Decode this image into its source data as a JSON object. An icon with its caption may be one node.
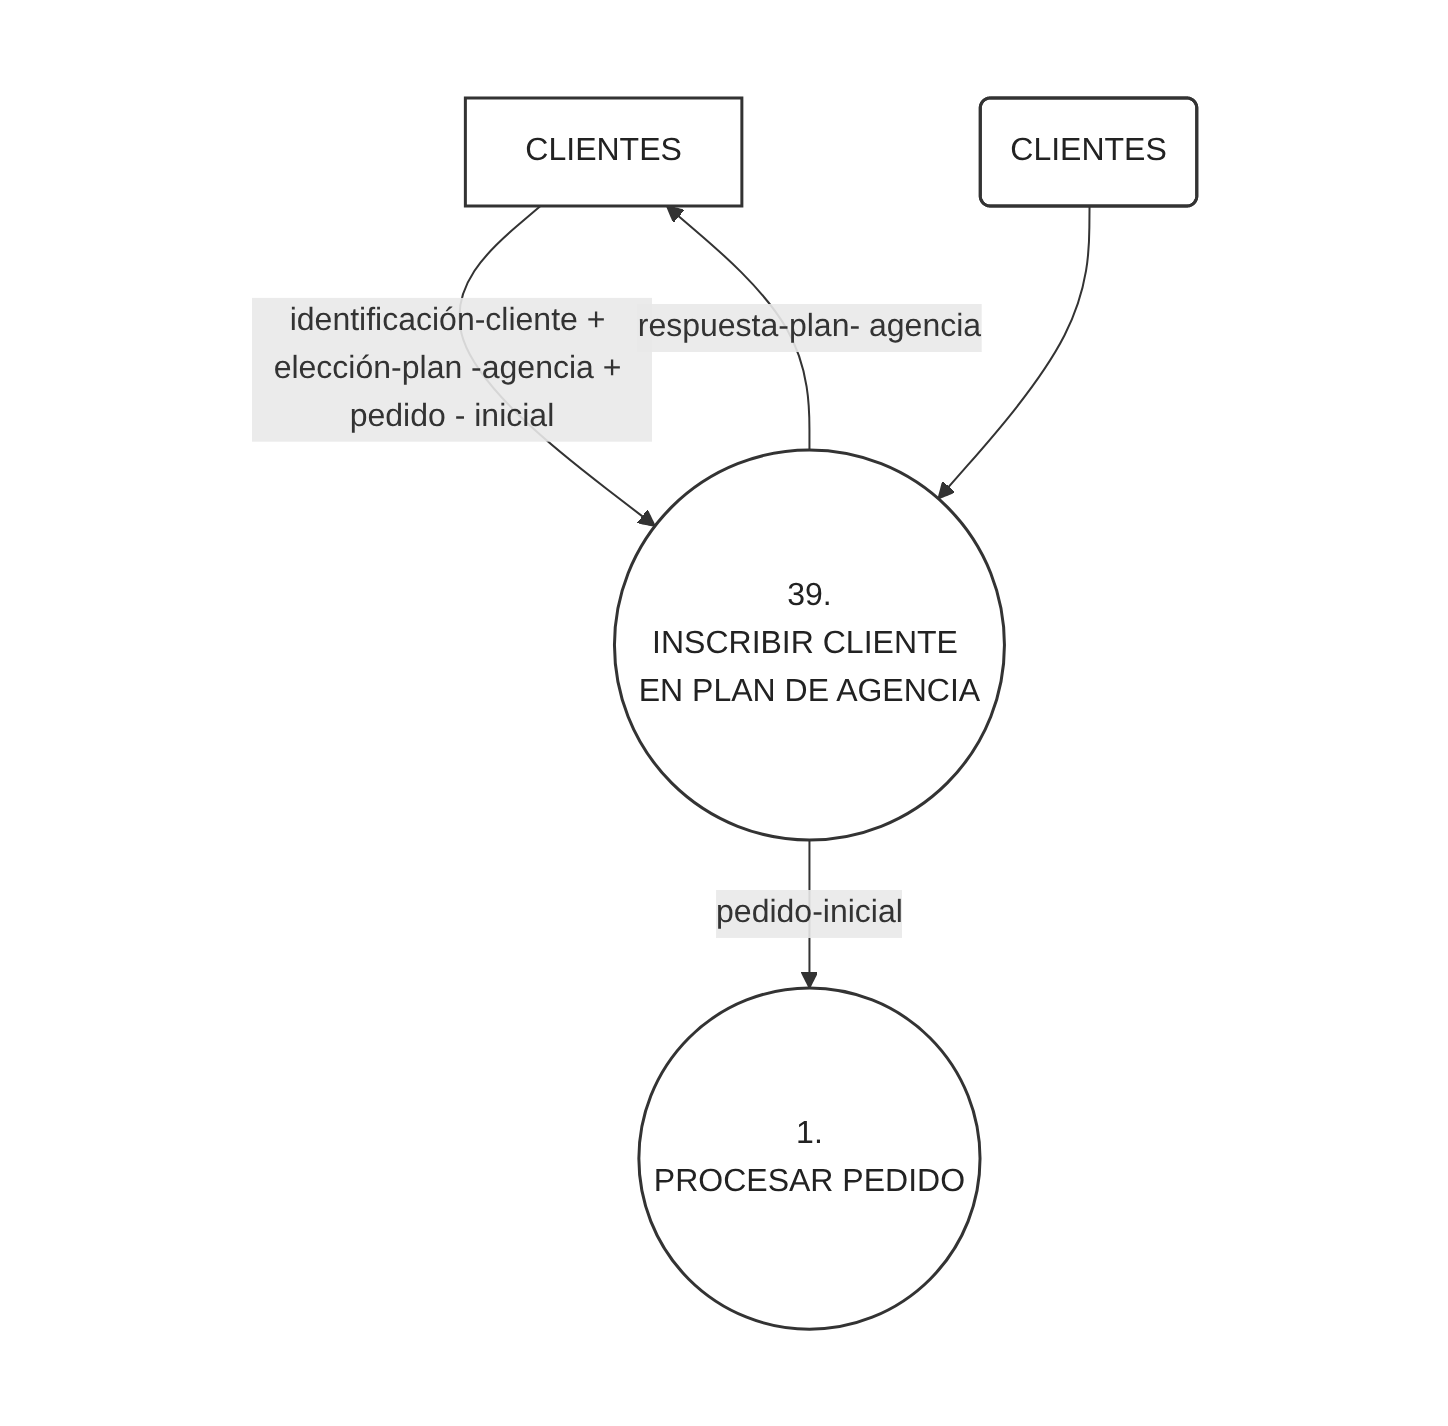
{
  "diagram": {
    "nodes": [
      {
        "text": [
          "CLIENTES"
        ]
      },
      {
        "text": [
          "39.",
          "INSCRIBIR CLIENTE EN PLAN DE AGENCIA"
        ]
      },
      {
        "text": [
          "CLIENTES"
        ]
      },
      {
        "text": [
          "1.",
          "PROCESAR PEDIDO"
        ]
      }
    ],
    "edges": [
      {
        "from": 0,
        "to": 1,
        "arrow": "to",
        "label": "identificación-cliente + elección-plan -agencia + pedido - inicial"
      },
      {
        "from": 1,
        "to": 0,
        "arrow": "to",
        "label": "respuesta-plan- agencia"
      },
      {
        "from": 1,
        "to": 3,
        "arrow": "to",
        "label": "pedido-inicial"
      },
      {
        "from": 2,
        "to": 1,
        "arrow": "to"
      }
    ]
  }
}
